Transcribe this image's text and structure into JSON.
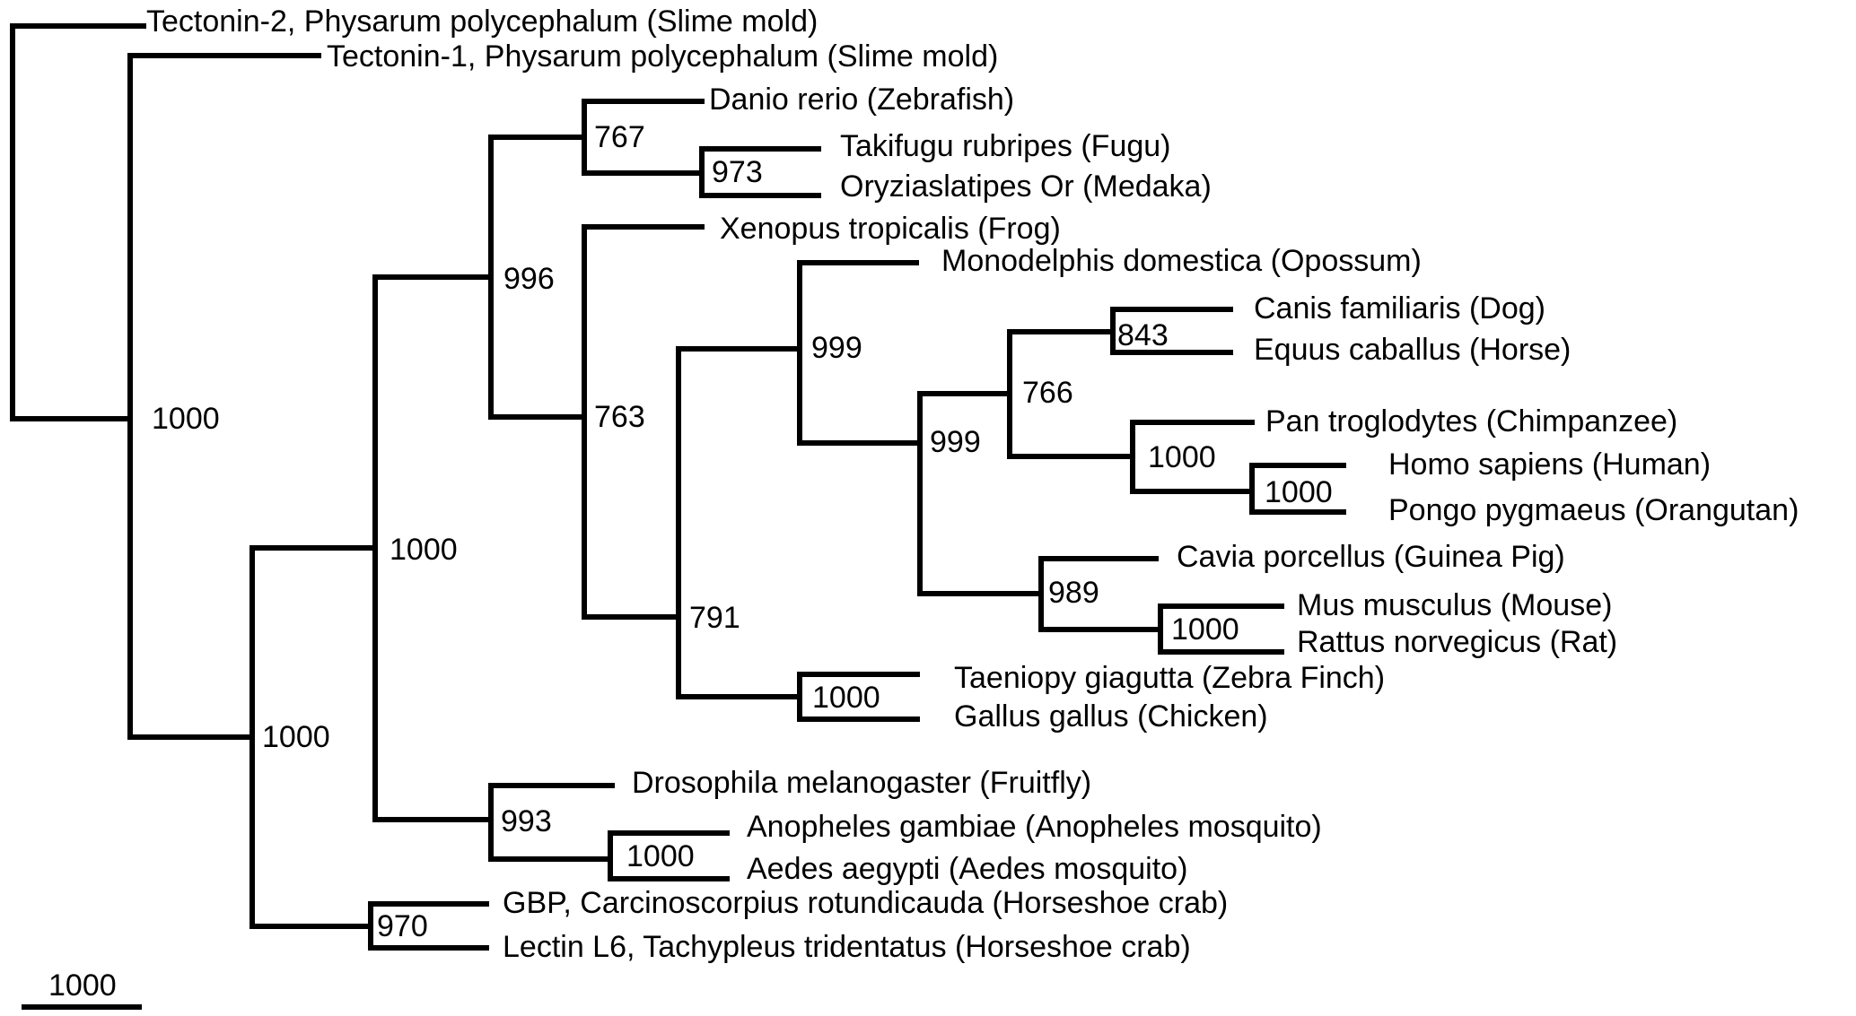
{
  "leaves": {
    "tectonin2": "Tectonin-2, Physarum polycephalum (Slime mold)",
    "tectonin1": "Tectonin-1, Physarum polycephalum (Slime mold)",
    "danio": "Danio rerio (Zebrafish)",
    "takifugu": "Takifugu rubripes (Fugu)",
    "oryzias": "Oryziaslatipes Or (Medaka)",
    "xenopus": "Xenopus tropicalis (Frog)",
    "monodelphis": "Monodelphis domestica (Opossum)",
    "canis": "Canis familiaris (Dog)",
    "equus": "Equus caballus (Horse)",
    "pan": "Pan troglodytes (Chimpanzee)",
    "homo": "Homo sapiens (Human)",
    "pongo": "Pongo pygmaeus (Orangutan)",
    "cavia": "Cavia porcellus (Guinea Pig)",
    "mus": "Mus musculus (Mouse)",
    "rattus": "Rattus norvegicus (Rat)",
    "taeniopy": "Taeniopy giagutta (Zebra Finch)",
    "gallus": "Gallus gallus (Chicken)",
    "drosophila": "Drosophila melanogaster (Fruitfly)",
    "anopheles": "Anopheles gambiae (Anopheles mosquito)",
    "aedes": "Aedes aegypti (Aedes mosquito)",
    "gbp": "GBP, Carcinoscorpius rotundicauda (Horseshoe crab)",
    "lectin": "Lectin L6, Tachypleus tridentatus (Horseshoe crab)"
  },
  "bootstrap": {
    "root_inner": "1000",
    "ingroup": "1000",
    "deuterostome_insect": "1000",
    "vertebrates": "996",
    "fish": "767",
    "fugu_medaka": "973",
    "tetrapods": "763",
    "amniotes": "791",
    "mammals": "999",
    "eutherians": "999",
    "laurasia_primates": "766",
    "dog_horse": "843",
    "primates": "1000",
    "human_orangutan": "1000",
    "rodents": "989",
    "mouse_rat": "1000",
    "birds": "1000",
    "insects": "993",
    "mosquitoes": "1000",
    "horseshoe_crabs": "970"
  },
  "scale_bar": {
    "label": "1000"
  }
}
